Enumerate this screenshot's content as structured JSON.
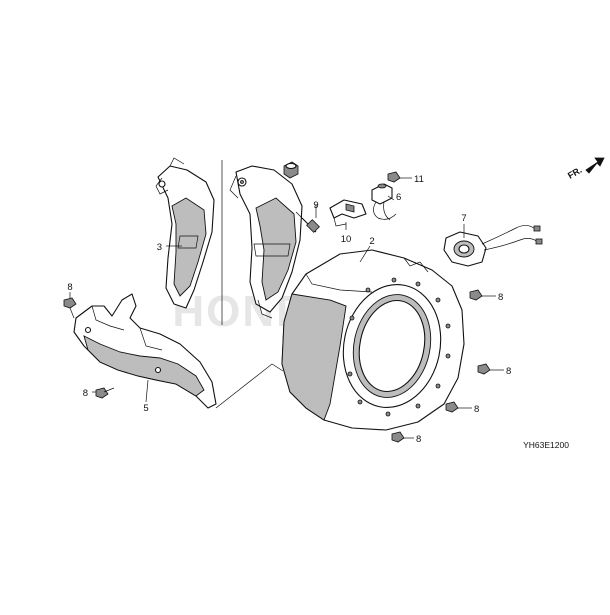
{
  "diagram": {
    "direction_marker": "FR.",
    "watermark": "HONDA",
    "figure_code": "YH63E1200",
    "part_labels": {
      "shroud_inner_left": "3",
      "housing": "2",
      "lower_cover": "5",
      "switch": "6",
      "ignition_unit": "7",
      "bolt_upper": "9",
      "clamp": "10",
      "nut": "11",
      "bolt_a": "8",
      "bolt_b": "8",
      "bolt_c": "8",
      "bolt_d": "8",
      "bolt_e": "8",
      "bolt_f": "8"
    }
  }
}
